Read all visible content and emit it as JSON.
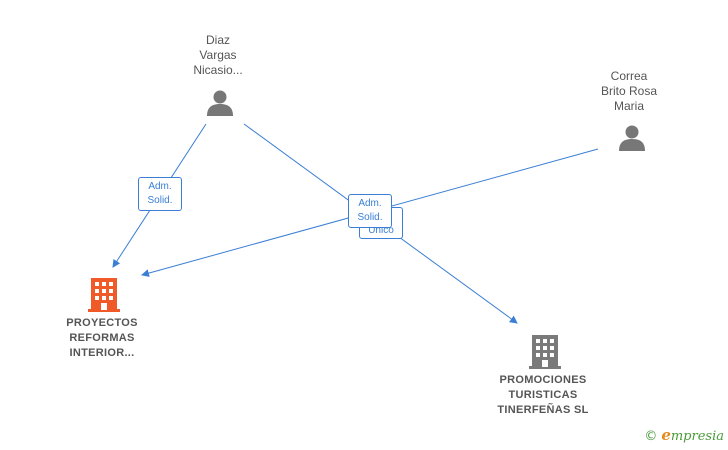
{
  "persons": [
    {
      "id": "diaz",
      "name": [
        "Diaz",
        "Vargas",
        "Nicasio..."
      ]
    },
    {
      "id": "correa",
      "name": [
        "Correa",
        "Brito Rosa",
        "Maria"
      ]
    }
  ],
  "companies": [
    {
      "id": "proyectos",
      "name": [
        "PROYECTOS",
        "REFORMAS",
        "INTERIOR..."
      ],
      "color": "#f05a28"
    },
    {
      "id": "promociones",
      "name": [
        "PROMOCIONES",
        "TURISTICAS",
        "TINERFEÑAS SL"
      ],
      "color": "#7a7a7a"
    }
  ],
  "relations": [
    {
      "from": "diaz",
      "to": "proyectos",
      "label": [
        "Adm.",
        "Solid."
      ]
    },
    {
      "from": "diaz",
      "to": "promociones",
      "label": [
        "Adm.",
        "Solid."
      ]
    },
    {
      "from": "correa",
      "to": "proyectos",
      "label": [
        "Unico"
      ]
    }
  ],
  "colors": {
    "edge": "#3a7fd5",
    "person_icon": "#777777"
  },
  "watermark": {
    "symbol": "©",
    "brand_first": "e",
    "brand_rest": "mpresia"
  }
}
